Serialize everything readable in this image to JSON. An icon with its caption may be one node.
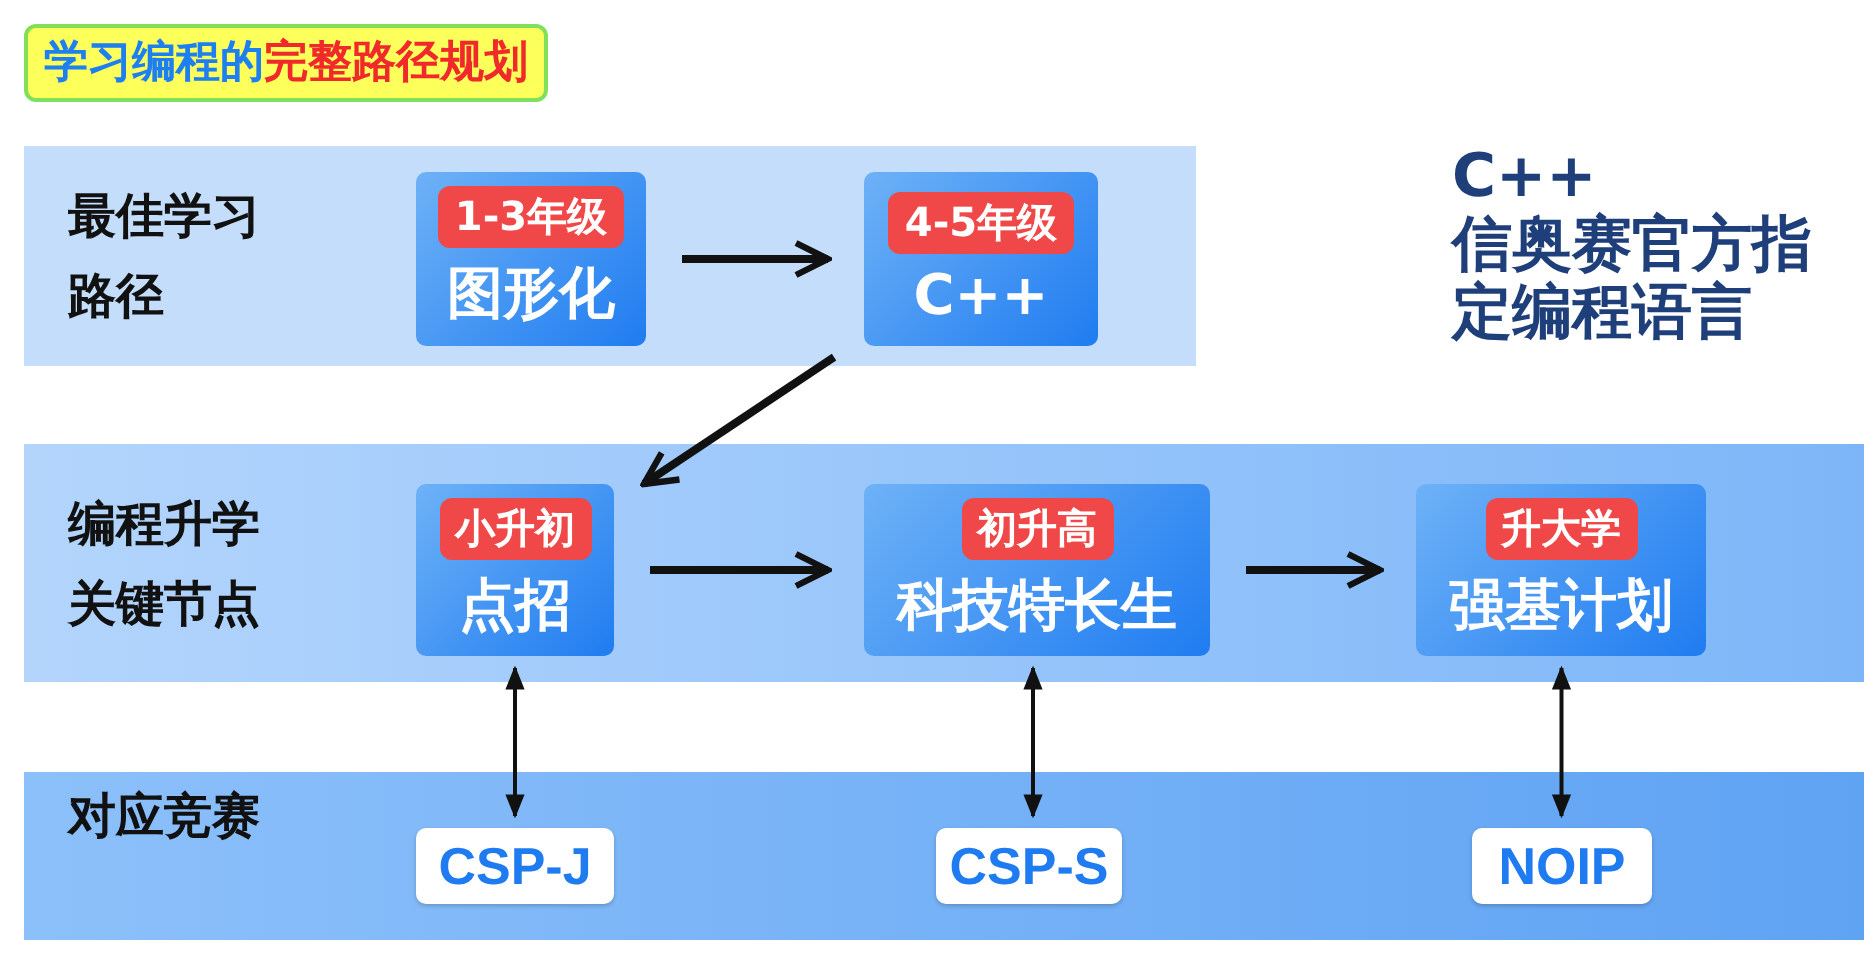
{
  "diagram": {
    "title": "学习编程的**完整路径规划**",
    "nodes": [
      {
        "text": [
          "最佳学习路径"
        ]
      },
      {
        "text": [
          "1-3年级",
          "图形化"
        ],
        "in": 0
      },
      {
        "text": [
          "4-5年级",
          "C++"
        ],
        "in": 0
      },
      {
        "text": [
          "编程升学关键节点"
        ]
      },
      {
        "text": [
          "小升初",
          "点招"
        ],
        "in": 3
      },
      {
        "text": [
          "初升高",
          "科技特长生"
        ],
        "in": 3
      },
      {
        "text": [
          "升大学",
          "强基计划"
        ],
        "in": 3
      },
      {
        "text": [
          "对应竞赛"
        ]
      },
      {
        "text": [
          "CSP-J"
        ],
        "in": 7
      },
      {
        "text": [
          "CSP-S"
        ],
        "in": 7
      },
      {
        "text": [
          "NOIP"
        ],
        "in": 7
      }
    ],
    "edges": [
      {
        "from": 1,
        "to": 2,
        "arrow": "to"
      },
      {
        "from": 2,
        "to": 4,
        "arrow": "to"
      },
      {
        "from": 4,
        "to": 5,
        "arrow": "to"
      },
      {
        "from": 5,
        "to": 6,
        "arrow": "to"
      },
      {
        "from": 4,
        "to": 8,
        "arrow": "both"
      },
      {
        "from": 5,
        "to": 9,
        "arrow": "both"
      },
      {
        "from": 6,
        "to": 10,
        "arrow": "both"
      }
    ],
    "labels": [
      "C++",
      "信奥赛官方指定编程语言"
    ]
  }
}
